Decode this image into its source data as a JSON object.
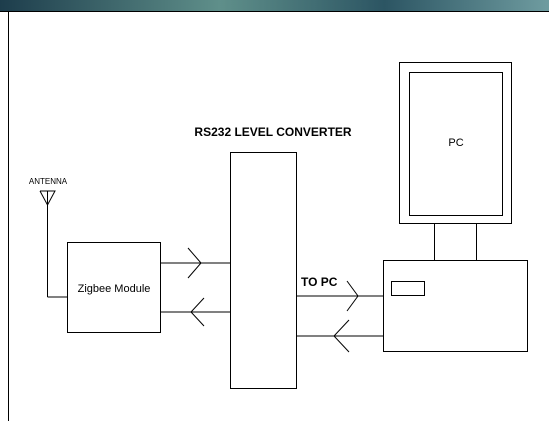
{
  "diagram": {
    "antenna_label": "ANTENNA",
    "zigbee_label": "Zigbee Module",
    "converter_label": "RS232 LEVEL CONVERTER",
    "topc_label": "TO PC",
    "pc_label": "PC"
  },
  "colors": {
    "line": "#000000",
    "background": "#ffffff",
    "top_banner": [
      "#1d3d4c",
      "#3a6a73",
      "#5f8f8a"
    ]
  }
}
